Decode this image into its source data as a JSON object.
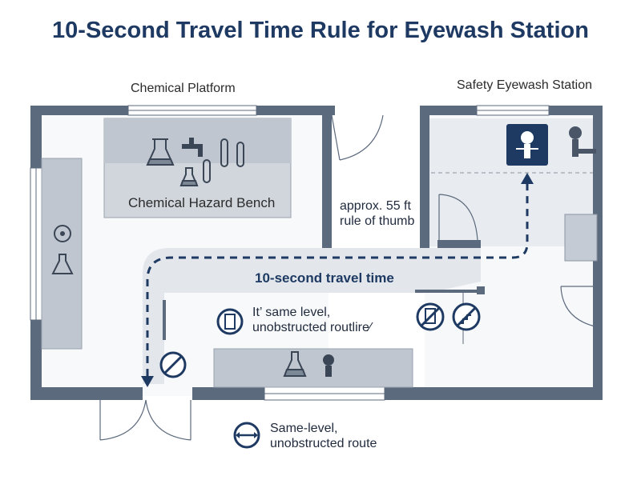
{
  "title": "10-Second Travel Time Rule for Eyewash Station",
  "labels": {
    "platform": "Chemical Platform",
    "eyewash_station": "Safety Eyewash Station",
    "bench": "Chemical Hazard Bench",
    "distance_line1": "approx. 55 ft",
    "distance_line2": "rule of thumb",
    "travel_time": "10-second travel time",
    "route_note_line1": "It’ same level,",
    "route_note_line2": "unobstructed routlire⁄",
    "legend_line1": "Same-level,",
    "legend_line2": "unobstructed route"
  },
  "icons": [
    "flask-icon",
    "faucet-icon",
    "test-tube-icon",
    "eyewash-sign-icon",
    "eyewash-fixture-icon",
    "radiation-icon",
    "no-obstruction-icon",
    "no-stairs-icon",
    "door-icon",
    "route-arrow-icon"
  ],
  "colors": {
    "title": "#1e3a63",
    "wall": "#5c6a7d",
    "path": "#e3e7ec",
    "route_line": "#1e3a63",
    "bench": "#d1d6dd",
    "station_fill": "#e8ebef"
  }
}
